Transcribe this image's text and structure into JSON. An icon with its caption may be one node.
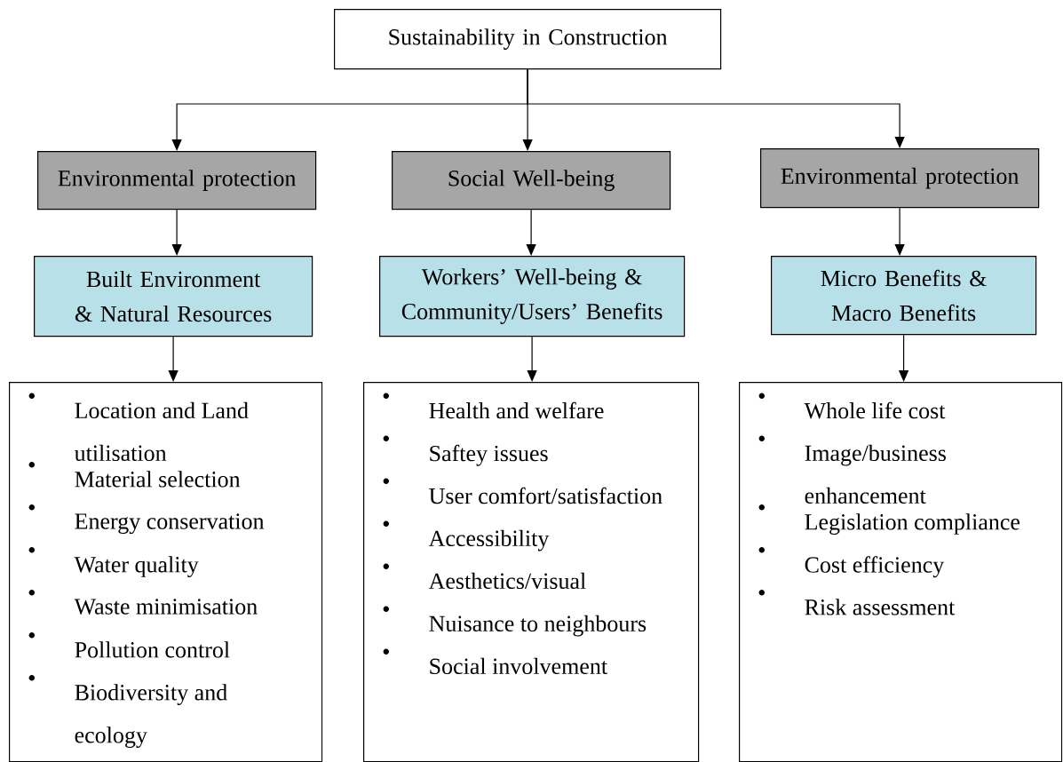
{
  "diagram": {
    "nodes": [
      {
        "text": [
          "Sustainability in Construction"
        ]
      },
      {
        "text": [
          "Environmental protection"
        ]
      },
      {
        "text": [
          "Social Well-being"
        ]
      },
      {
        "text": [
          "Environmental protection"
        ]
      },
      {
        "text": [
          "Built Environment & Natural Resources"
        ]
      },
      {
        "text": [
          "Workers’ Well-being & Community/Users’ Benefits"
        ]
      },
      {
        "text": [
          "Micro Benefits & Macro Benefits"
        ]
      },
      {
        "text": [
          "Location and Land utilisation",
          "Material selection",
          "Energy conservation",
          "Water quality",
          "Waste minimisation",
          "Pollution control",
          "Biodiversity and ecology"
        ]
      },
      {
        "text": [
          "Health and welfare",
          "Saftey issues",
          "User comfort/satisfaction",
          "Accessibility",
          "Aesthetics/visual",
          "Nuisance to neighbours",
          "Social involvement"
        ]
      },
      {
        "text": [
          "Whole life cost",
          "Image/business enhancement",
          "Legislation compliance",
          "Cost efficiency",
          "Risk assessment"
        ]
      }
    ],
    "edges": [
      {
        "from": 0,
        "to": 1,
        "arrow": "to"
      },
      {
        "from": 0,
        "to": 2,
        "arrow": "to"
      },
      {
        "from": 0,
        "to": 3,
        "arrow": "to"
      },
      {
        "from": 1,
        "to": 4,
        "arrow": "to"
      },
      {
        "from": 2,
        "to": 5,
        "arrow": "to"
      },
      {
        "from": 3,
        "to": 6,
        "arrow": "to"
      },
      {
        "from": 4,
        "to": 7,
        "arrow": "to"
      },
      {
        "from": 5,
        "to": 8,
        "arrow": "to"
      },
      {
        "from": 6,
        "to": 9,
        "arrow": "to"
      }
    ]
  }
}
